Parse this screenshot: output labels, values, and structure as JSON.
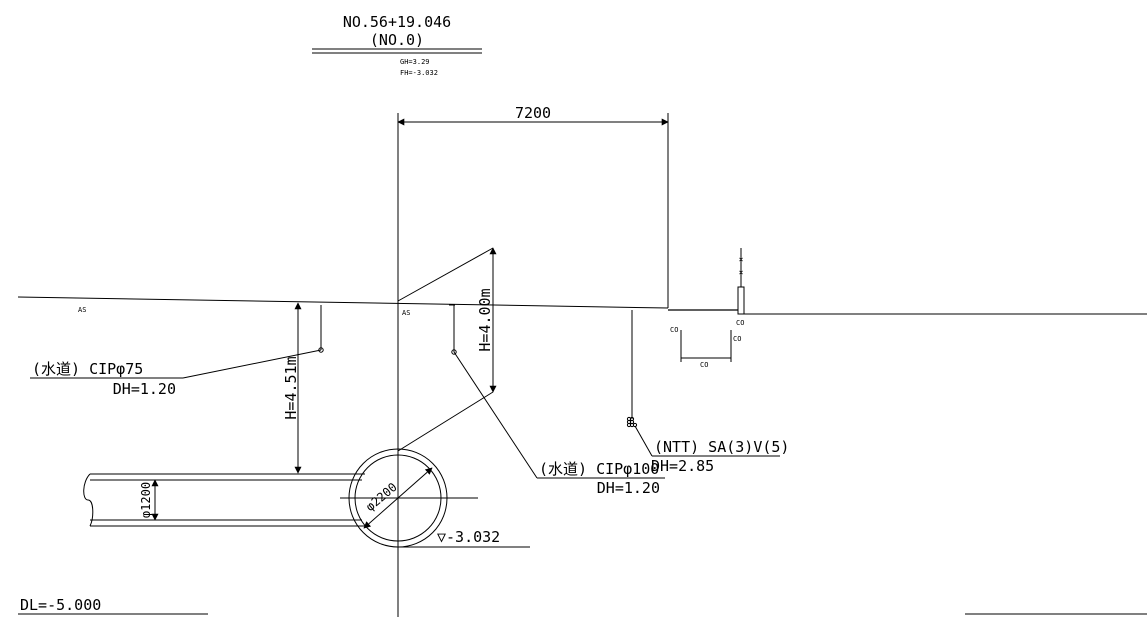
{
  "station": {
    "number": "NO.56+19.046",
    "sub": "(NO.0)",
    "gh": "GH=3.29",
    "fh": "FH=-3.032"
  },
  "dims": {
    "width": "7200",
    "h_left": "H=4.51m",
    "h_right": "H=4.00m",
    "pipe_main": "φ2200",
    "pipe_branch": "φ1200"
  },
  "surface": {
    "as_left": "AS",
    "as_center": "AS",
    "co_1": "CO",
    "co_2": "CO",
    "co_3": "CO",
    "co_4": "CO"
  },
  "utilities": {
    "water75_name": "(水道) CIPφ75",
    "water75_dh": "DH=1.20",
    "water100_name": "(水道) CIPφ100",
    "water100_dh": "DH=1.20",
    "ntt_name": "(NTT) SA(3)V(5)",
    "ntt_dh": "DH=2.85"
  },
  "levels": {
    "invert": "▽-3.032",
    "datum": "DL=-5.000"
  }
}
